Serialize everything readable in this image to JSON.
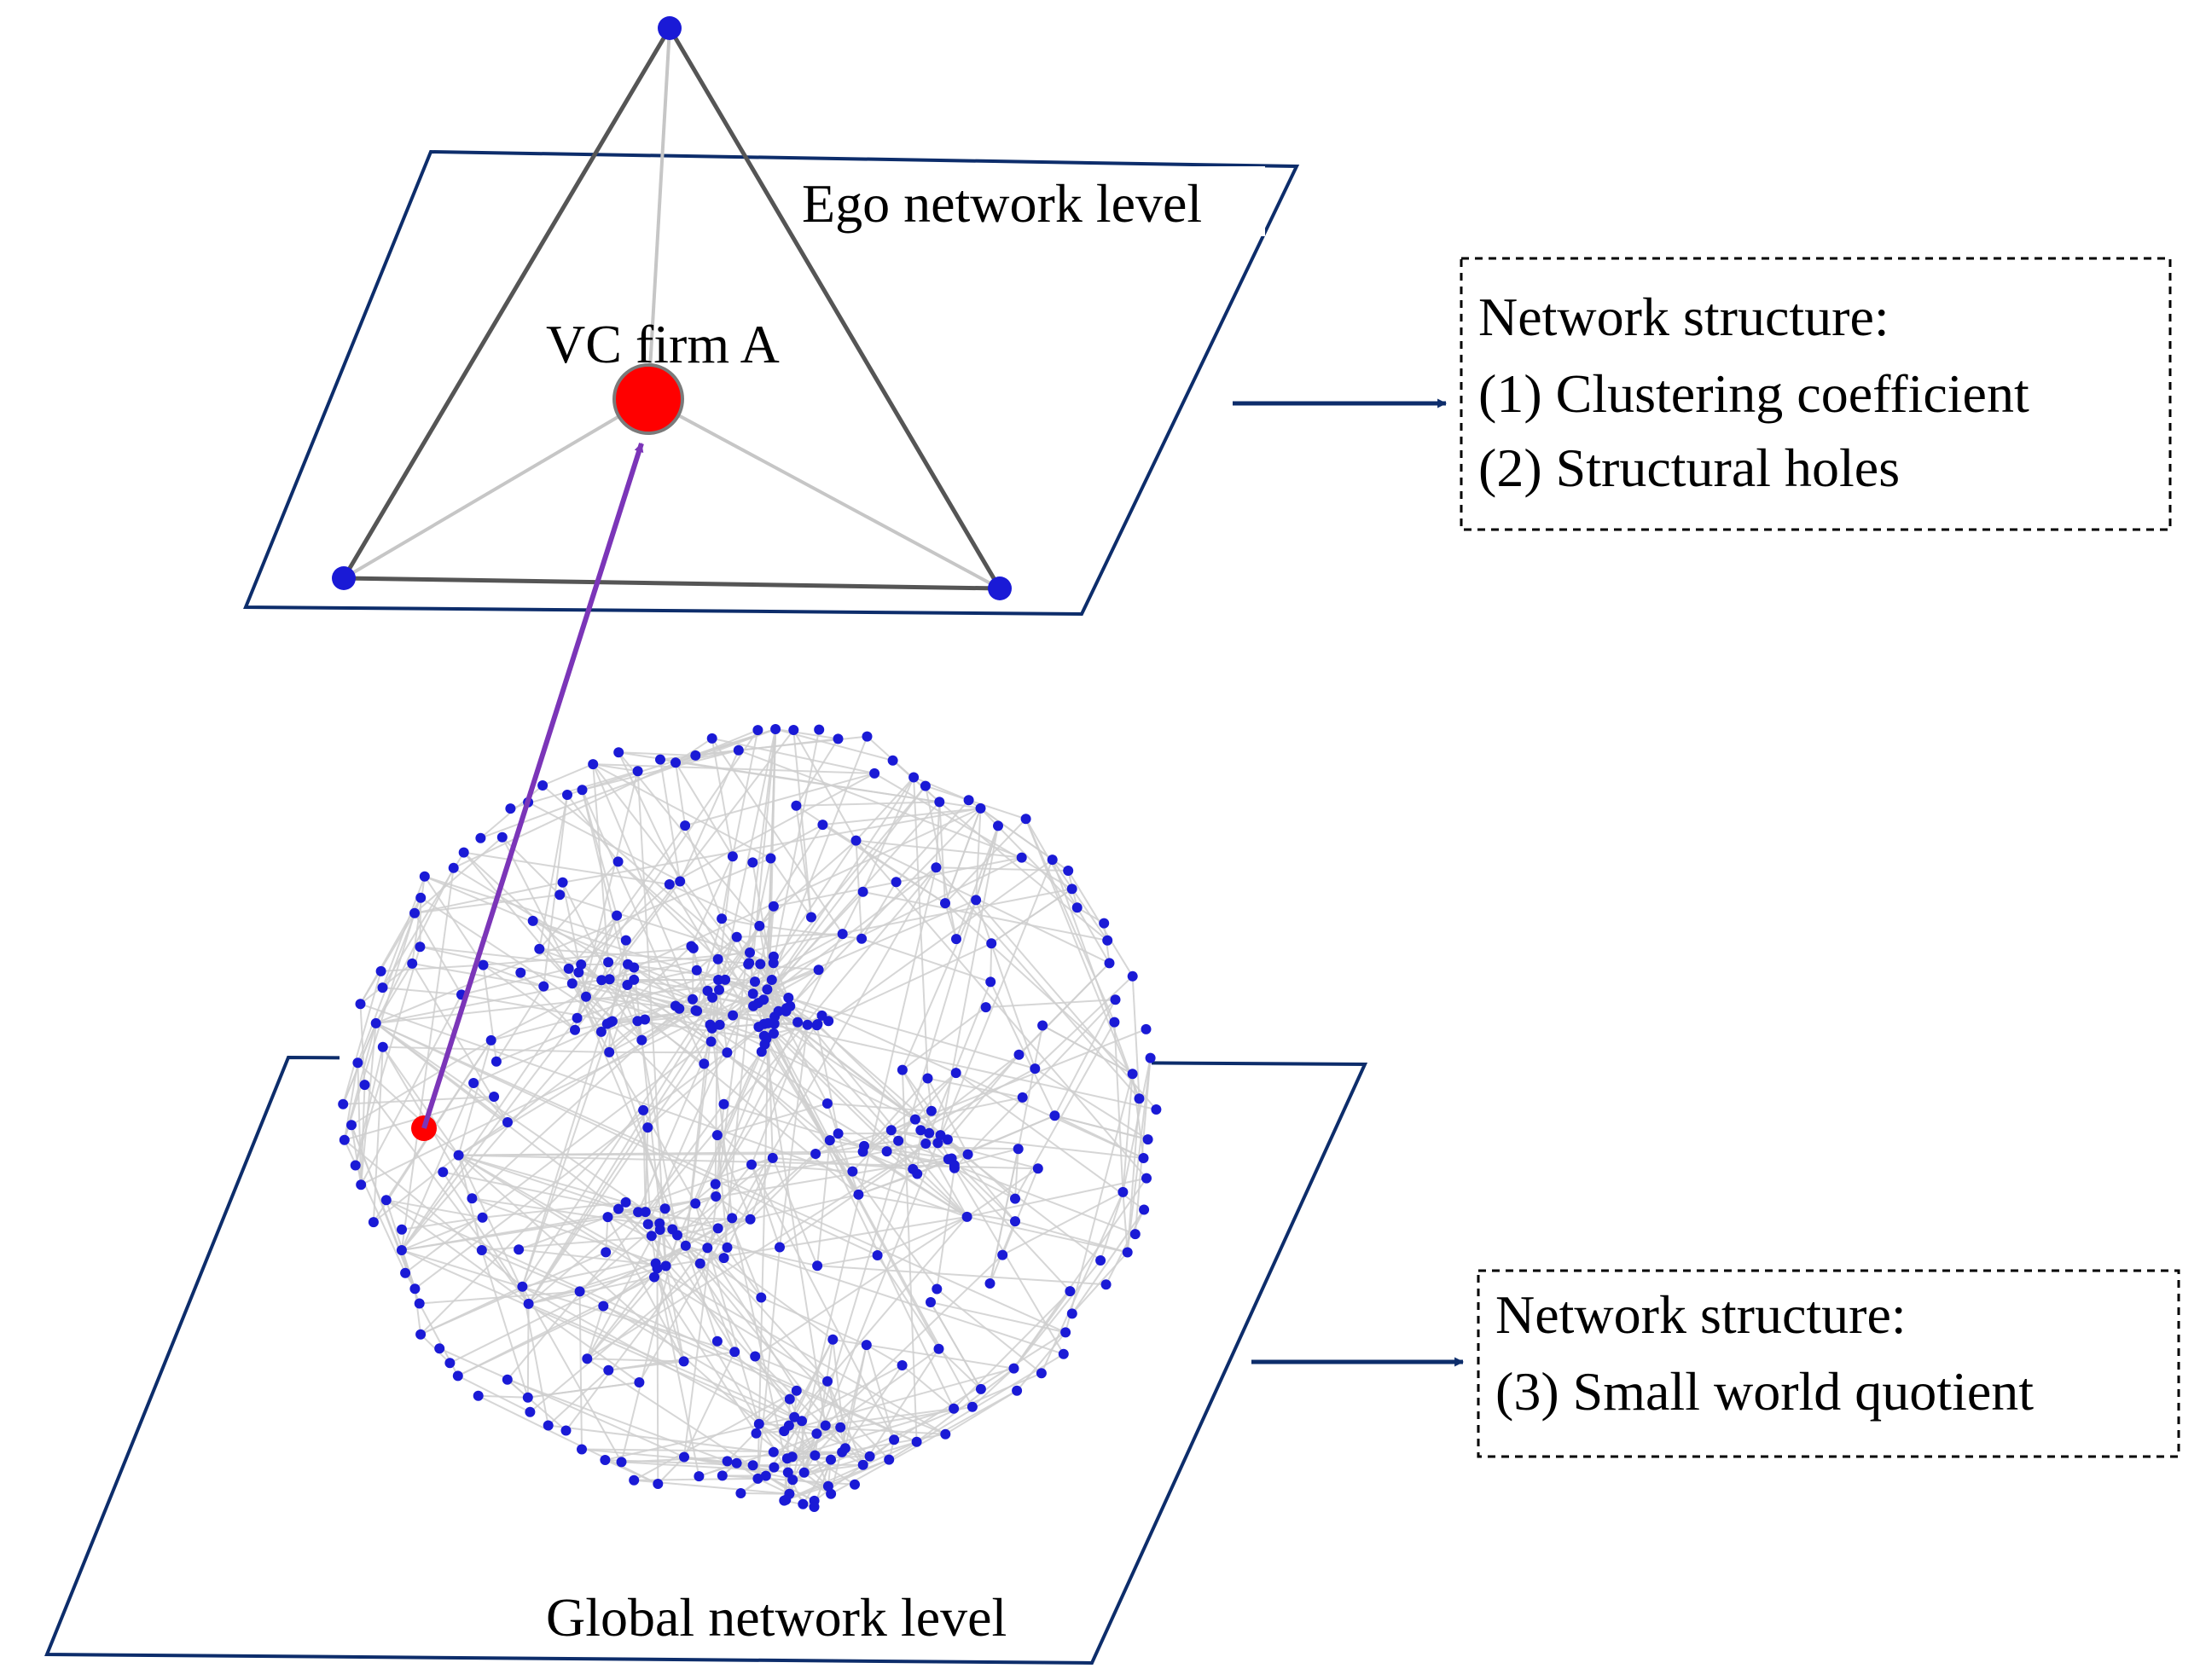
{
  "ego_level": {
    "label": "Ego network level",
    "focal_firm": "VC firm A",
    "colors": {
      "focal": "#ff0000",
      "alter": "#1a1ad6",
      "outer_edge": "#555555",
      "inner_edge": "#c6c6c6"
    }
  },
  "global_level": {
    "label": "Global network level"
  },
  "ego_box": {
    "title": "Network structure:",
    "items": [
      "(1) Clustering coefficient",
      "(2) Structural holes"
    ]
  },
  "global_box": {
    "title": "Network structure:",
    "items": [
      "(3) Small world quotient"
    ]
  },
  "colors": {
    "plane_border": "#0d2d6b",
    "connector_arrow": "#7b35b8",
    "flow_arrow": "#0d2d6b",
    "node": "#1a1ad6",
    "focal_node": "#ff0000"
  }
}
